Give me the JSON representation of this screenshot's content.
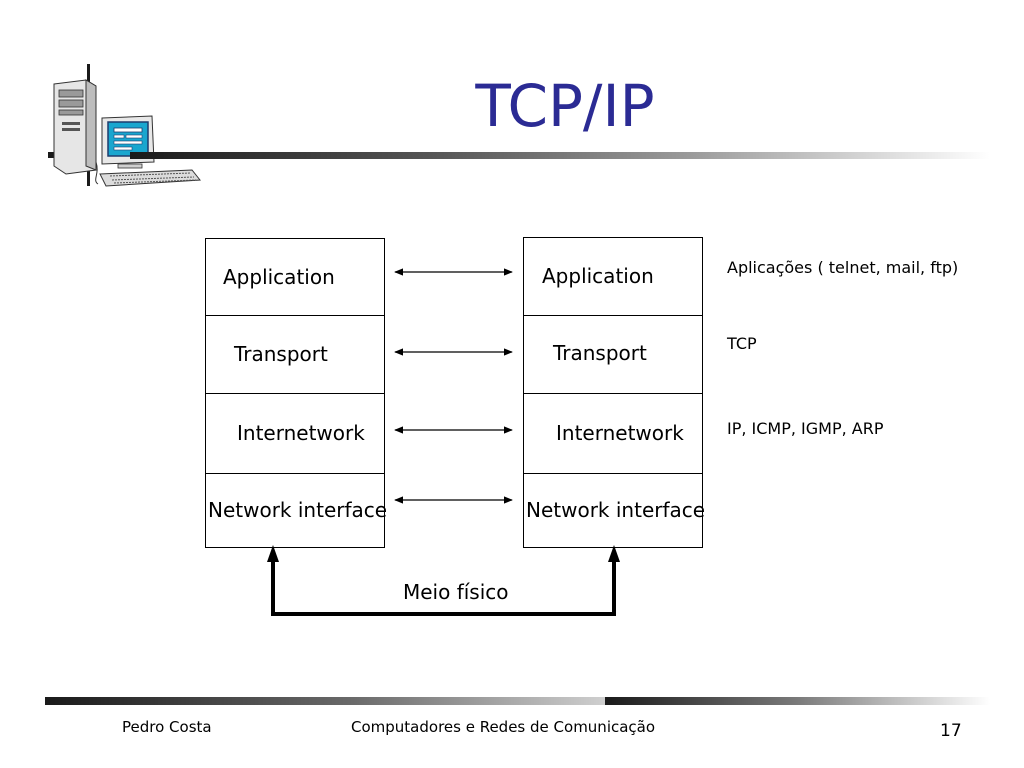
{
  "slide": {
    "title": "TCP/IP"
  },
  "stack_left": {
    "layers": [
      "Application",
      "Transport",
      "Internetwork",
      "Network interface"
    ]
  },
  "stack_right": {
    "layers": [
      "Application",
      "Transport",
      "Internetwork",
      "Network interface"
    ]
  },
  "protocols": {
    "application": "Aplicações ( telnet, mail, ftp)",
    "transport": "TCP",
    "internetwork": "IP, ICMP, IGMP, ARP"
  },
  "physical_link": {
    "label": "Meio físico"
  },
  "footer": {
    "author": "Pedro Costa",
    "course": "Computadores e Redes de Comunicação",
    "page": "17"
  },
  "colors": {
    "title": "#2b2b94",
    "logo_screen": "#19a6cf"
  }
}
